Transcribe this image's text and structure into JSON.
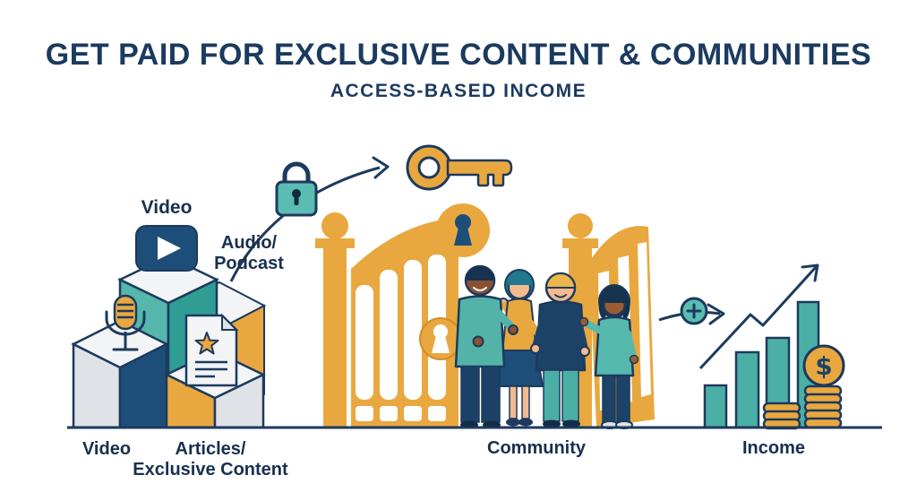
{
  "header": {
    "title": "GET PAID FOR EXCLUSIVE CONTENT & COMMUNITIES",
    "subtitle": "ACCESS-BASED INCOME"
  },
  "content_stack": {
    "label_video": "Video",
    "label_audio_line1": "Audio/",
    "label_audio_line2": "Podcast"
  },
  "bottom_labels": {
    "video": "Video",
    "articles_line1": "Articles/",
    "articles_line2": "Exclusive Content",
    "community": "Community",
    "income": "Income"
  },
  "glyphs": {
    "dollar": "$"
  },
  "icons": {
    "play": "play-icon",
    "microphone": "microphone-icon",
    "document_star": "document-star-icon",
    "padlock": "padlock-icon",
    "key": "key-icon",
    "keyhole": "keyhole-icon",
    "plus_circle": "plus-circle-icon",
    "growth_arrow": "growth-arrow-icon",
    "coin_stack": "coin-stack-icon",
    "dollar_coin": "dollar-coin-icon"
  },
  "colors": {
    "navy_text": "#1b3a5f",
    "navy_outline": "#1d3a5e",
    "navy_fill": "#1d4e79",
    "teal": "#4cafa5",
    "teal_light": "#5bbcb1",
    "teal_dark": "#2f9d93",
    "gold": "#e9a83f",
    "gray_light": "#dfe2e6",
    "background": "#ffffff"
  }
}
